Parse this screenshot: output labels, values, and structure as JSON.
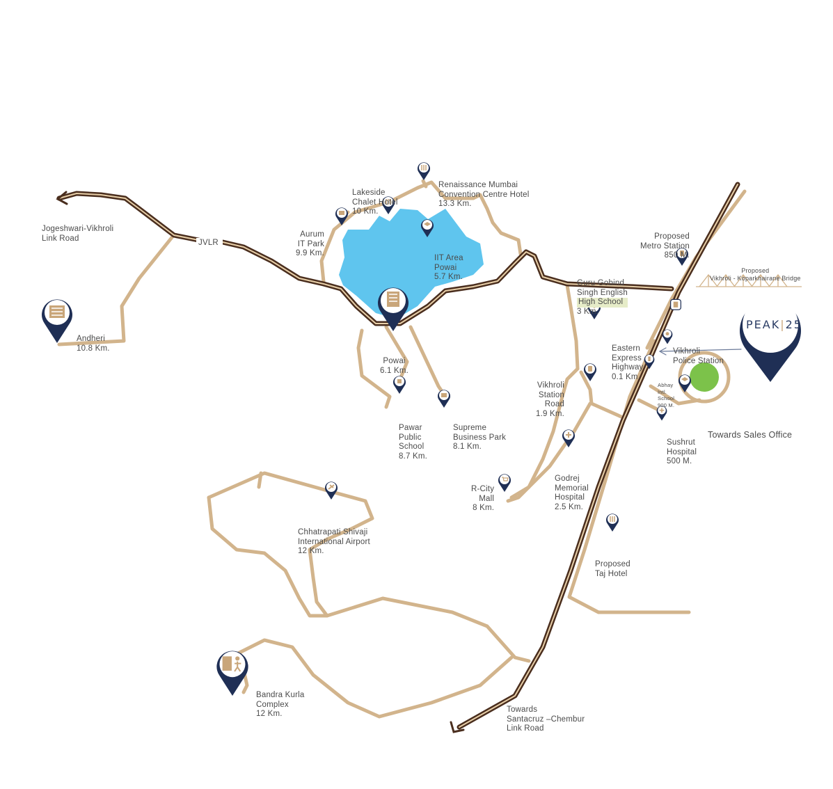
{
  "colors": {
    "road": "#d2b48c",
    "highway": "#4a2e1e",
    "highway_stripe": "#e8cfa8",
    "lake": "#5fc5ee",
    "pin": "#1f2f55",
    "pin_icon": "#c9a67a",
    "label": "#4a4a4a",
    "park": "#7cc24a",
    "highlight": "#e6ecc8"
  },
  "roads": {
    "jvlr": "JVLR"
  },
  "brand": {
    "name": "PEAK",
    "separator": "|",
    "number": "25"
  },
  "labels": {
    "jogeshwari": [
      "Jogeshwari-Vikhroli",
      "Link Road"
    ],
    "andheri": [
      "Andheri",
      "10.8 Km."
    ],
    "aurum": [
      "Aurum",
      "IT Park",
      "9.9 Km."
    ],
    "lakeside": [
      "Lakeside",
      "Chalet Hotel",
      "10 Km."
    ],
    "renaissance": [
      "Renaissance Mumbai",
      "Convention Centre Hotel",
      "13.3 Km."
    ],
    "iit": [
      "IIT Area",
      "Powai",
      "5.7 Km."
    ],
    "powai": [
      "Powai",
      "6.1 Km."
    ],
    "pawar": [
      "Pawar",
      "Public",
      "School",
      "8.7 Km."
    ],
    "supreme": [
      "Supreme",
      "Business Park",
      "8.1 Km."
    ],
    "guru": [
      "Guru Gobind",
      "Singh English",
      "High School",
      "3 Km."
    ],
    "metro": [
      "Proposed",
      "Metro Station",
      "850 M."
    ],
    "bridge": [
      "Proposed",
      "Vikhroli - Koparkhairane Bridge"
    ],
    "eeh": [
      "Eastern",
      "Express",
      "Highway",
      "0.1 Km."
    ],
    "vikhroli_police": [
      "Vikhroli",
      "Police Station"
    ],
    "abhay": [
      "Abhay",
      "Intl.",
      "School",
      "900 M."
    ],
    "vikhroli_station": [
      "Vikhroli",
      "Station",
      "Road",
      "1.9 Km."
    ],
    "sales": [
      "Towards Sales Office"
    ],
    "sushrut": [
      "Sushrut",
      "Hospital",
      "500 M."
    ],
    "godrej": [
      "Godrej",
      "Memorial",
      "Hospital",
      "2.5 Km."
    ],
    "rcity": [
      "R-City",
      "Mall",
      "8 Km."
    ],
    "airport": [
      "Chhatrapati Shivaji",
      "International Airport",
      "12 Km."
    ],
    "taj": [
      "Proposed",
      "Taj Hotel"
    ],
    "bkc": [
      "Bandra Kurla",
      "Complex",
      "12 Km."
    ],
    "scl": [
      "Towards",
      "Santacruz –Chembur",
      "Link Road"
    ]
  },
  "icons": {
    "andheri": "building-icon",
    "aurum": "office-icon",
    "lakeside": "restaurant-icon",
    "renaissance": "restaurant-icon",
    "iit": "education-icon",
    "powai": "building-icon",
    "pawar": "school-icon",
    "supreme": "office-icon",
    "guru": "graduation-cap-icon",
    "metro": "train-icon",
    "eeh": "road-icon",
    "police": "police-icon",
    "abhay": "graduation-cap-icon",
    "vikhroli_station": "train-icon",
    "sushrut": "hospital-icon",
    "godrej": "hospital-icon",
    "rcity": "shopping-cart-icon",
    "airport": "airplane-icon",
    "taj": "restaurant-icon",
    "bkc": "building-icon"
  }
}
